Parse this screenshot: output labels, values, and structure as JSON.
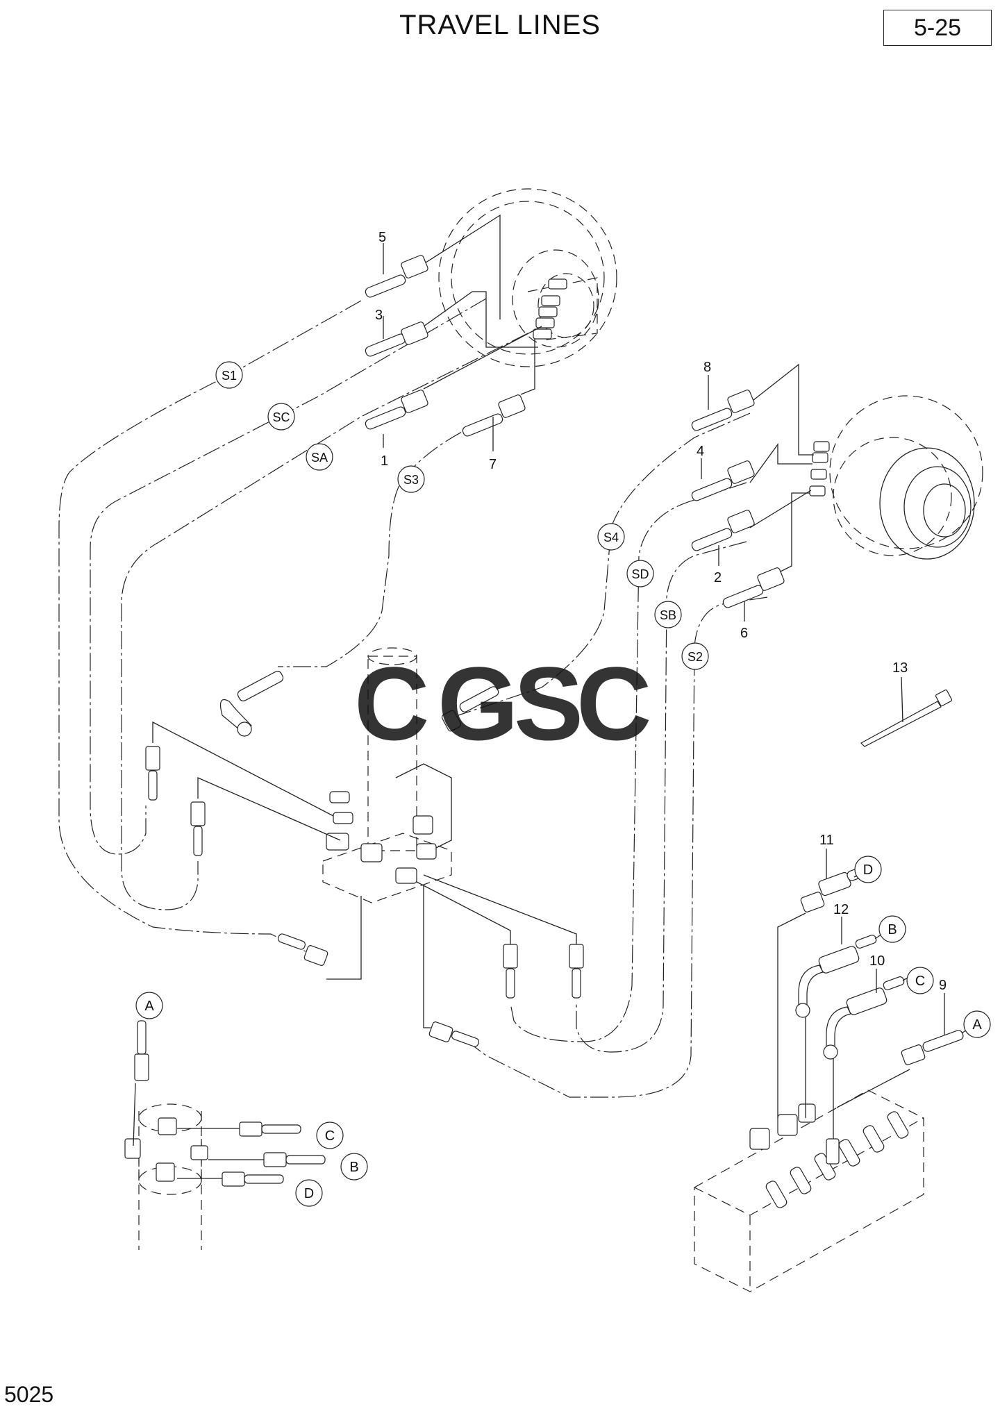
{
  "header": {
    "title": "TRAVEL LINES",
    "page_number": "5-25"
  },
  "footer": {
    "document_number": "5025"
  },
  "watermark": {
    "text": "CGSC",
    "colors": [
      "#4a8ff0",
      "#ee6f6f",
      "#f5d04a",
      "#5fb386"
    ]
  },
  "callouts": {
    "p1": "1",
    "p2": "2",
    "p3": "3",
    "p4": "4",
    "p5": "5",
    "p6": "6",
    "p7": "7",
    "p8": "8",
    "p9": "9",
    "p10": "10",
    "p11": "11",
    "p12": "12",
    "p13": "13"
  },
  "hose_labels": {
    "s1": "S1",
    "sc": "SC",
    "sa": "SA",
    "s3": "S3",
    "s4": "S4",
    "sd": "SD",
    "sb": "SB",
    "s2": "S2"
  },
  "port_labels": {
    "a_left": "A",
    "b_left": "B",
    "c_left": "C",
    "d_left": "D",
    "a_right": "A",
    "b_right": "B",
    "c_right": "C",
    "d_right": "D"
  }
}
